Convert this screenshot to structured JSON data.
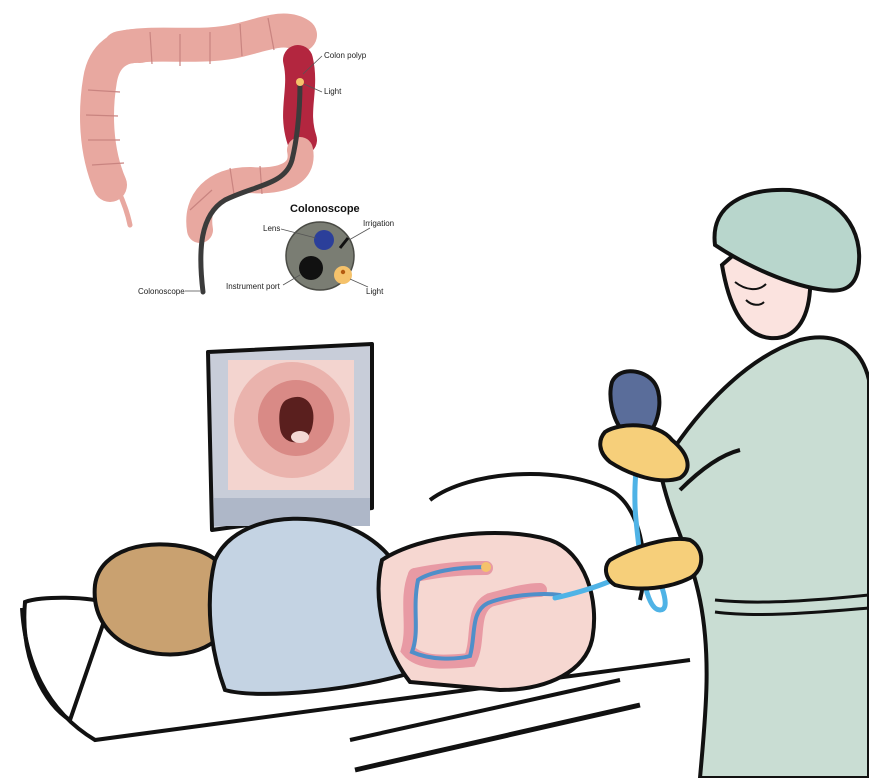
{
  "inset": {
    "title": "Colonoscope",
    "labels": {
      "colon_polyp": "Colon polyp",
      "light_top": "Light",
      "colonoscope": "Colonoscope",
      "lens": "Lens",
      "irrigation": "Irrigation",
      "instrument_port": "Instrument port",
      "light_tip": "Light"
    }
  },
  "colors": {
    "colon": "#e8a8a0",
    "colon_inflamed": "#b3263f",
    "scope_tube": "#3b3b3b",
    "tip_face": "#7a7d73",
    "lens": "#2b3f9a",
    "light": "#f5c26b",
    "scrubs": "#c9ddd3",
    "cap": "#b8d6cc",
    "glove": "#f6cf7a",
    "skin_doctor": "#fbe3df",
    "patient_gown": "#c4d3e3",
    "patient_hair": "#c9a170",
    "patient_skin": "#f3c7c0",
    "scope_cable": "#4fb3e6",
    "handle": "#5a6d9a",
    "monitor_frame": "#c8cdd9",
    "monitor_screen": "#f3d4cf"
  }
}
